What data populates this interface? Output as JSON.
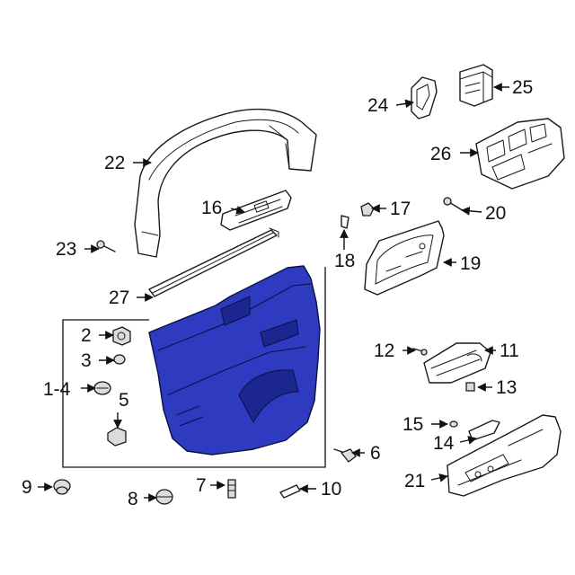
{
  "colors": {
    "highlight": "#2e3ac0",
    "highlight_dark": "#1c2690",
    "line": "#1a1a1a",
    "background": "#ffffff"
  },
  "callouts": {
    "c1_4": "1-4",
    "c2": "2",
    "c3": "3",
    "c5": "5",
    "c6": "6",
    "c7": "7",
    "c8": "8",
    "c9": "9",
    "c10": "10",
    "c11": "11",
    "c12": "12",
    "c13": "13",
    "c14": "14",
    "c15": "15",
    "c16": "16",
    "c17": "17",
    "c18": "18",
    "c19": "19",
    "c20": "20",
    "c21": "21",
    "c22": "22",
    "c23": "23",
    "c24": "24",
    "c25": "25",
    "c26": "26",
    "c27": "27"
  },
  "parts": [
    {
      "id": "door-trim-panel",
      "highlighted": true
    },
    {
      "id": "window-frame-molding",
      "highlighted": false
    },
    {
      "id": "beltline-weatherstrip",
      "highlighted": false
    },
    {
      "id": "switch-bezel",
      "highlighted": false
    },
    {
      "id": "inner-handle-bracket",
      "highlighted": false
    },
    {
      "id": "door-handle",
      "highlighted": false
    },
    {
      "id": "armrest",
      "highlighted": false
    },
    {
      "id": "window-switch-master",
      "highlighted": false
    },
    {
      "id": "window-switch-single",
      "highlighted": false
    },
    {
      "id": "lock-switch",
      "highlighted": false
    }
  ]
}
